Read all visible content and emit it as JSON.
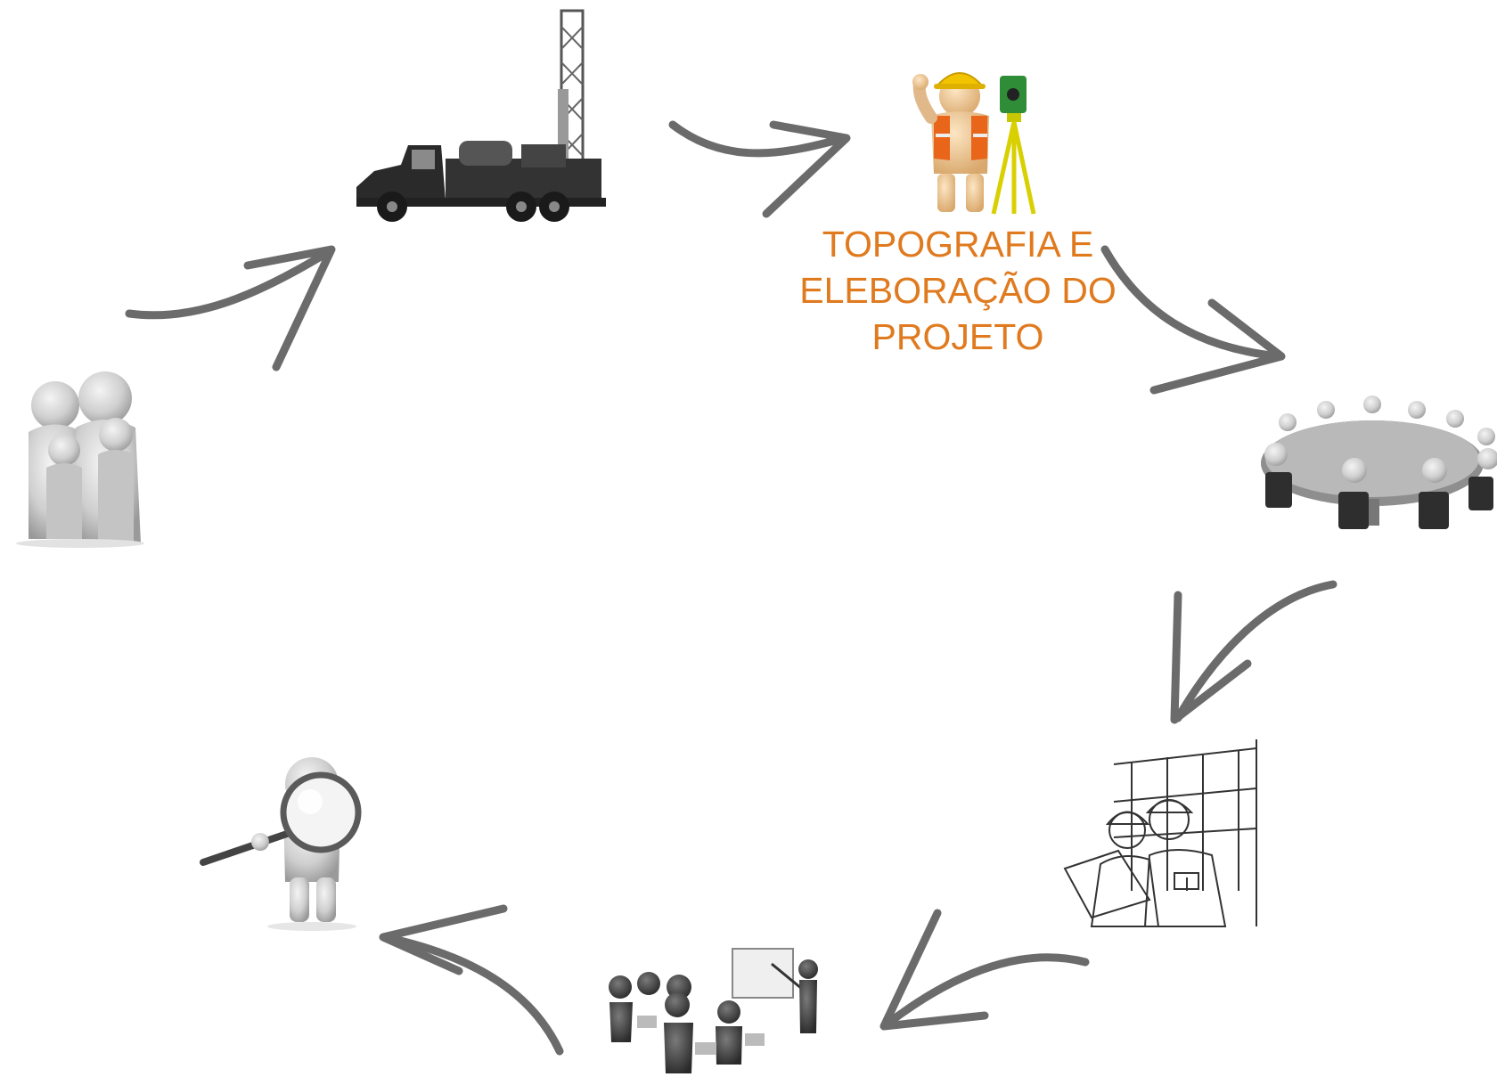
{
  "diagram": {
    "type": "cycle",
    "step_caption": "TOPOGRAFIA E\nELEBORAÇÃO DO\nPROJETO",
    "caption_color": "#e07a1e",
    "arrow_color": "#6b6b6b",
    "figure_gray": "#cfcfcf",
    "figure_shadow": "#9a9a9a",
    "steps": [
      {
        "id": "family",
        "icon": "family-figures-icon"
      },
      {
        "id": "drill",
        "icon": "drilling-truck-icon"
      },
      {
        "id": "survey",
        "icon": "surveyor-with-theodolite-icon"
      },
      {
        "id": "meeting",
        "icon": "round-table-meeting-icon"
      },
      {
        "id": "engineers",
        "icon": "engineers-with-blueprint-icon"
      },
      {
        "id": "training",
        "icon": "classroom-training-icon"
      },
      {
        "id": "inspection",
        "icon": "magnifying-glass-inspector-icon"
      }
    ]
  }
}
